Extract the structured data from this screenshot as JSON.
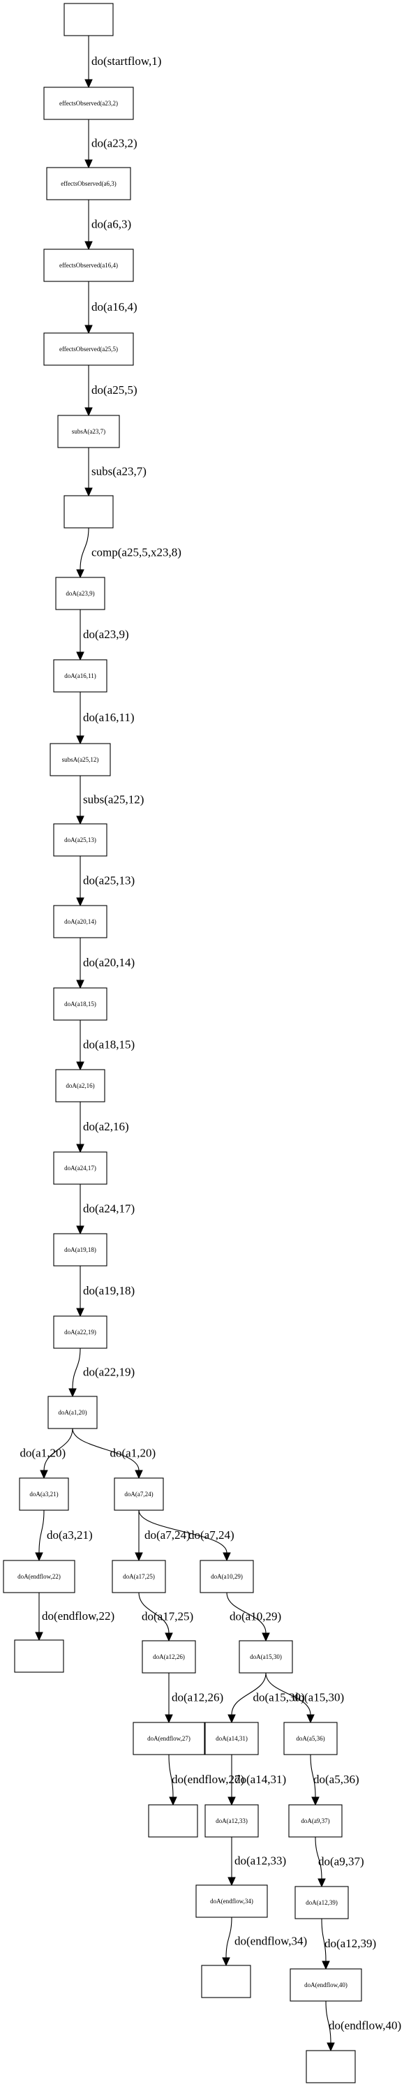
{
  "graph": {
    "nodes": [
      {
        "id": "n0",
        "label": ""
      },
      {
        "id": "n1",
        "label": "effectsObserved(a23,2)"
      },
      {
        "id": "n2",
        "label": "effectsObserved(a6,3)"
      },
      {
        "id": "n3",
        "label": "effectsObserved(a16,4)"
      },
      {
        "id": "n4",
        "label": "effectsObserved(a25,5)"
      },
      {
        "id": "n5",
        "label": "subsA(a23,7)"
      },
      {
        "id": "n6",
        "label": ""
      },
      {
        "id": "n7",
        "label": "doA(a23,9)"
      },
      {
        "id": "n8",
        "label": "doA(a16,11)"
      },
      {
        "id": "n9",
        "label": "subsA(a25,12)"
      },
      {
        "id": "n10",
        "label": "doA(a25,13)"
      },
      {
        "id": "n11",
        "label": "doA(a20,14)"
      },
      {
        "id": "n12",
        "label": "doA(a18,15)"
      },
      {
        "id": "n13",
        "label": "doA(a2,16)"
      },
      {
        "id": "n14",
        "label": "doA(a24,17)"
      },
      {
        "id": "n15",
        "label": "doA(a19,18)"
      },
      {
        "id": "n16",
        "label": "doA(a22,19)"
      },
      {
        "id": "n17",
        "label": "doA(a1,20)"
      },
      {
        "id": "n18",
        "label": "doA(a3,21)"
      },
      {
        "id": "n19",
        "label": "doA(a7,24)"
      },
      {
        "id": "n20",
        "label": "doA(endflow,22)"
      },
      {
        "id": "n21",
        "label": "doA(a17,25)"
      },
      {
        "id": "n22",
        "label": "doA(a10,29)"
      },
      {
        "id": "n23",
        "label": ""
      },
      {
        "id": "n24",
        "label": "doA(a12,26)"
      },
      {
        "id": "n25",
        "label": "doA(a15,30)"
      },
      {
        "id": "n26",
        "label": "doA(endflow,27)"
      },
      {
        "id": "n27",
        "label": "doA(a14,31)"
      },
      {
        "id": "n28",
        "label": "doA(a5,36)"
      },
      {
        "id": "n29",
        "label": ""
      },
      {
        "id": "n30",
        "label": "doA(a12,33)"
      },
      {
        "id": "n31",
        "label": "doA(a9,37)"
      },
      {
        "id": "n32",
        "label": "doA(endflow,34)"
      },
      {
        "id": "n33",
        "label": "doA(a12,39)"
      },
      {
        "id": "n34",
        "label": ""
      },
      {
        "id": "n35",
        "label": "doA(endflow,40)"
      },
      {
        "id": "n36",
        "label": ""
      }
    ],
    "edges": [
      {
        "from": "n0",
        "to": "n1",
        "label": "do(startflow,1)"
      },
      {
        "from": "n1",
        "to": "n2",
        "label": "do(a23,2)"
      },
      {
        "from": "n2",
        "to": "n3",
        "label": "do(a6,3)"
      },
      {
        "from": "n3",
        "to": "n4",
        "label": "do(a16,4)"
      },
      {
        "from": "n4",
        "to": "n5",
        "label": "do(a25,5)"
      },
      {
        "from": "n5",
        "to": "n6",
        "label": "subs(a23,7)"
      },
      {
        "from": "n6",
        "to": "n7",
        "label": "comp(a25,5,x23,8)"
      },
      {
        "from": "n7",
        "to": "n8",
        "label": "do(a23,9)"
      },
      {
        "from": "n8",
        "to": "n9",
        "label": "do(a16,11)"
      },
      {
        "from": "n9",
        "to": "n10",
        "label": "subs(a25,12)"
      },
      {
        "from": "n10",
        "to": "n11",
        "label": "do(a25,13)"
      },
      {
        "from": "n11",
        "to": "n12",
        "label": "do(a20,14)"
      },
      {
        "from": "n12",
        "to": "n13",
        "label": "do(a18,15)"
      },
      {
        "from": "n13",
        "to": "n14",
        "label": "do(a2,16)"
      },
      {
        "from": "n14",
        "to": "n15",
        "label": "do(a24,17)"
      },
      {
        "from": "n15",
        "to": "n16",
        "label": "do(a19,18)"
      },
      {
        "from": "n16",
        "to": "n17",
        "label": "do(a22,19)"
      },
      {
        "from": "n17",
        "to": "n18",
        "label": "do(a1,20)"
      },
      {
        "from": "n17",
        "to": "n19",
        "label": "do(a1,20)"
      },
      {
        "from": "n18",
        "to": "n20",
        "label": "do(a3,21)"
      },
      {
        "from": "n19",
        "to": "n21",
        "label": "do(a7,24)"
      },
      {
        "from": "n19",
        "to": "n22",
        "label": "do(a7,24)"
      },
      {
        "from": "n20",
        "to": "n23",
        "label": "do(endflow,22)"
      },
      {
        "from": "n21",
        "to": "n24",
        "label": "do(a17,25)"
      },
      {
        "from": "n22",
        "to": "n25",
        "label": "do(a10,29)"
      },
      {
        "from": "n24",
        "to": "n26",
        "label": "do(a12,26)"
      },
      {
        "from": "n25",
        "to": "n27",
        "label": "do(a15,30)"
      },
      {
        "from": "n25",
        "to": "n28",
        "label": "do(a15,30)"
      },
      {
        "from": "n26",
        "to": "n29",
        "label": "do(endflow,27)"
      },
      {
        "from": "n27",
        "to": "n30",
        "label": "do(a14,31)"
      },
      {
        "from": "n28",
        "to": "n31",
        "label": "do(a5,36)"
      },
      {
        "from": "n30",
        "to": "n32",
        "label": "do(a12,33)"
      },
      {
        "from": "n31",
        "to": "n33",
        "label": "do(a9,37)"
      },
      {
        "from": "n32",
        "to": "n34",
        "label": "do(endflow,34)"
      },
      {
        "from": "n33",
        "to": "n35",
        "label": "do(a12,39)"
      },
      {
        "from": "n35",
        "to": "n36",
        "label": "do(endflow,40)"
      }
    ]
  }
}
